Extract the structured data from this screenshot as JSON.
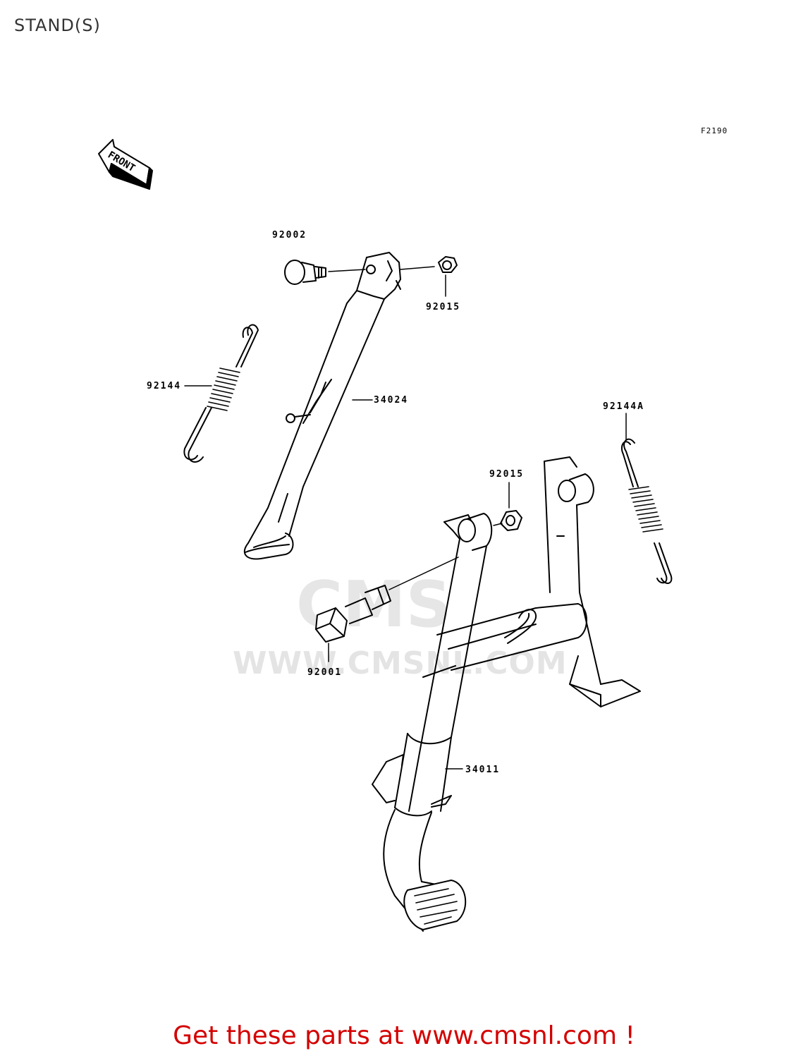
{
  "page": {
    "title": "STAND(S)"
  },
  "diagram": {
    "code": "F2190",
    "front_label": "FRONT",
    "parts": [
      {
        "number": "92002"
      },
      {
        "number": "92015"
      },
      {
        "number": "92144"
      },
      {
        "number": "34024"
      },
      {
        "number": "92144A"
      },
      {
        "number": "92015"
      },
      {
        "number": "92001"
      },
      {
        "number": "34011"
      }
    ]
  },
  "watermark": {
    "text": "WWW.CMSNL.COM",
    "logo": "CMS"
  },
  "cta": {
    "text": "Get these parts at www.cmsnl.com !"
  },
  "colors": {
    "cta": "#d40000",
    "title": "#333333",
    "watermark": "#e4e4e4"
  }
}
